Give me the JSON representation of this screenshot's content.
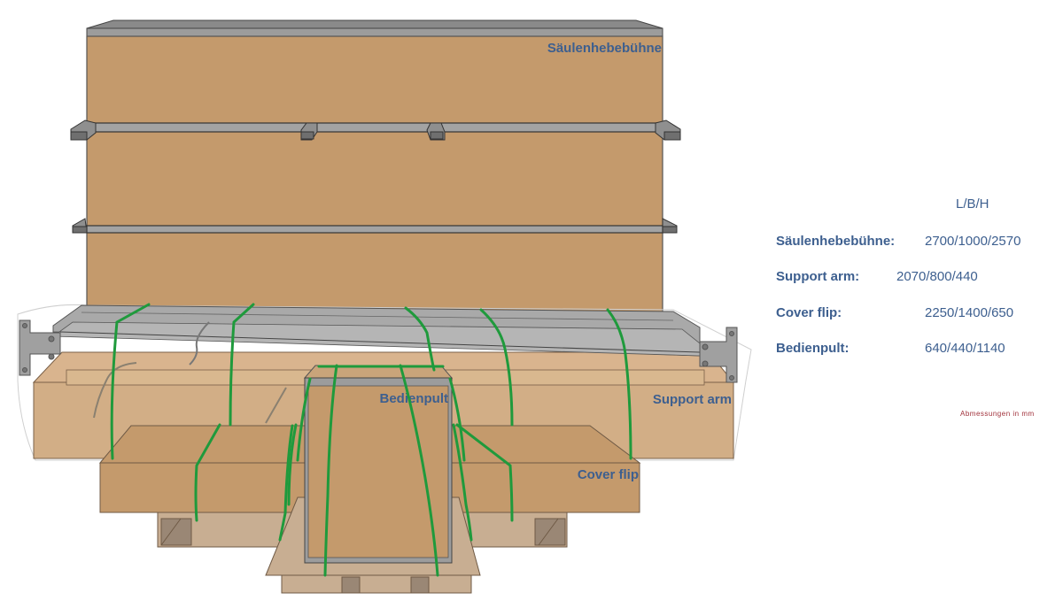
{
  "diagram": {
    "title": "Packaging overview",
    "labels": {
      "column_lift": "Säulenhebebühne",
      "support_arm": "Support arm",
      "control_panel": "Bedienpult",
      "cover_flip": "Cover flip"
    },
    "colors": {
      "cardboard": "#c49a6c",
      "cardboard_light": "#d2ae86",
      "pallet": "#c8ae92",
      "steel": "#9c9c9c",
      "strap": "#1f9a3c",
      "label_text": "#3d5f8f"
    }
  },
  "dimensions": {
    "header": "L/B/H",
    "rows": [
      {
        "name": "Säulenhebebühne:",
        "value": "2700/1000/2570"
      },
      {
        "name": "Support arm:",
        "value": "2070/800/440"
      },
      {
        "name": "Cover flip:",
        "value": "2250/1400/650"
      },
      {
        "name": "Bedienpult:",
        "value": "640/440/1140"
      }
    ],
    "unit_note": "Abmessungen in mm",
    "unit_note_color": "#a0303a"
  }
}
